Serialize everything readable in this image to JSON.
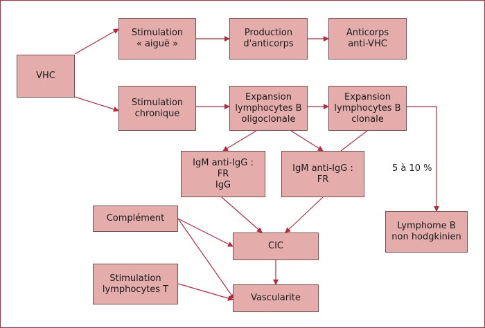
{
  "colors": {
    "box_fill": "#e4adab",
    "box_border": "#7a4e4c",
    "arrow": "#b8283e",
    "frame": "#b8283e"
  },
  "nodes": {
    "vhc": "VHC",
    "stim_aigue": "Stimulation\n« aiguë »",
    "prod_anticorps": "Production\nd'anticorps",
    "anticorps_vhc": "Anticorps\nanti-VHC",
    "stim_chronique": "Stimulation\nchronique",
    "exp_oligo": "Expansion\nlymphocytes B\noligoclonale",
    "exp_clonale": "Expansion\nlymphocytes B\nclonale",
    "igm_fr_igg": "IgM anti-IgG :\nFR\nIgG",
    "igm_fr": "IgM anti-IgG :\nFR",
    "lymphome": "Lymphome B\nnon hodgkinien",
    "complement": "Complément",
    "cic": "CIC",
    "stim_lt": "Stimulation\nlymphocytes T",
    "vascularite": "Vascularite"
  },
  "labels": {
    "percent": "5 à 10 %"
  }
}
